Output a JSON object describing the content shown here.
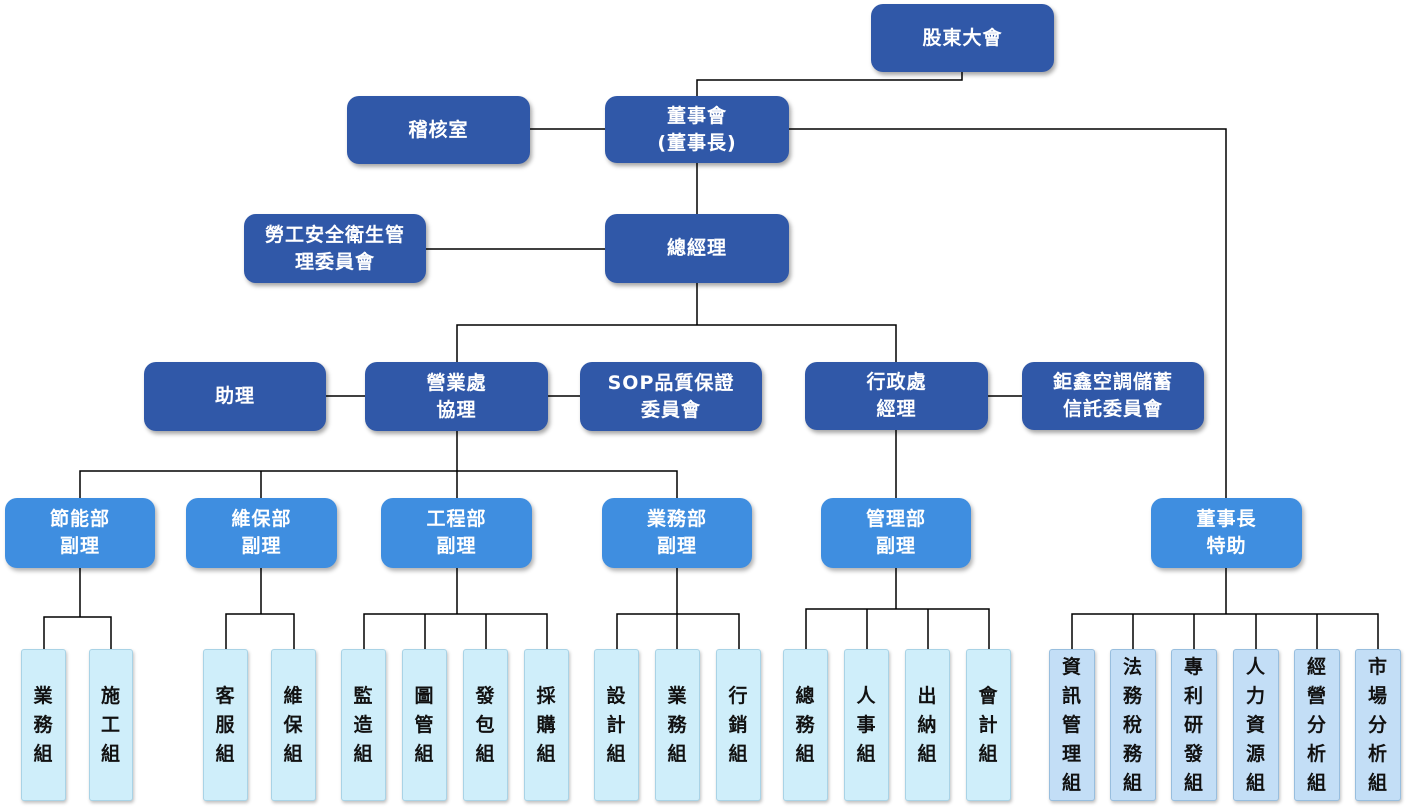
{
  "colors": {
    "top": "#3058a8",
    "dept": "#3f8ee0",
    "group": "#cfeefa",
    "special_group": "#c3def6",
    "line": "#000000"
  },
  "top": {
    "shareholders": "股東大會",
    "audit": "稽核室",
    "board": "董事會\n(董事長)",
    "safety_committee": "勞工安全衛生管\n理委員會",
    "gm": "總經理"
  },
  "divisions": {
    "assistant": "助理",
    "sales_div": "營業處\n協理",
    "sop_committee": "SOP品質保證\n委員會",
    "admin_div": "行政處\n經理",
    "trust_committee": "鉅鑫空調儲蓄\n信託委員會"
  },
  "departments": {
    "energy": "節能部\n副理",
    "maintenance": "維保部\n副理",
    "engineering": "工程部\n副理",
    "business": "業務部\n副理",
    "management": "管理部\n副理",
    "special_assistant": "董事長\n特助"
  },
  "groups": {
    "energy": [
      "業\n務\n組",
      "施\n工\n組"
    ],
    "maintenance": [
      "客\n服\n組",
      "維\n保\n組"
    ],
    "engineering": [
      "監\n造\n組",
      "圖\n管\n組",
      "發\n包\n組",
      "採\n購\n組"
    ],
    "business": [
      "設\n計\n組",
      "業\n務\n組",
      "行\n銷\n組"
    ],
    "management": [
      "總\n務\n組",
      "人\n事\n組",
      "出\n納\n組",
      "會\n計\n組"
    ],
    "special_assistant": [
      "資\n訊\n管\n理\n組",
      "法\n務\n稅\n務\n組",
      "專\n利\n研\n發\n組",
      "人\n力\n資\n源\n組",
      "經\n營\n分\n析\n組",
      "市\n場\n分\n析\n組"
    ]
  }
}
